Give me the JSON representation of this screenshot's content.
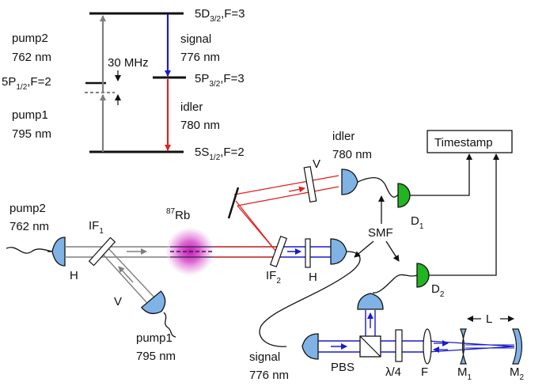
{
  "levels": {
    "d52_main": "5D",
    "d52_sub": "3/2",
    "d52_tail": ",F=3",
    "p12_main": "5P",
    "p12_sub": "1/2",
    "p12_tail": ",F=2",
    "p32_main": "5P",
    "p32_sub": "3/2",
    "p32_tail": ",F=3",
    "s12_main": "5S",
    "s12_sub": "1/2",
    "s12_tail": ",F=2"
  },
  "transitions": {
    "pump2_name": "pump2",
    "pump2_wl": "762 nm",
    "pump1_name": "pump1",
    "pump1_wl": "795 nm",
    "signal_name": "signal",
    "signal_wl": "776 nm",
    "idler_name": "idler",
    "idler_wl": "780 nm",
    "detuning": "30 MHz"
  },
  "setup": {
    "pump2_name": "pump2",
    "pump2_wl": "762 nm",
    "pump1_name": "pump1",
    "pump1_wl": "795 nm",
    "idler_name": "idler",
    "idler_wl": "780 nm",
    "signal_name": "signal",
    "signal_wl": "776 nm",
    "if1_main": "IF",
    "if1_sub": "1",
    "if2_main": "IF",
    "if2_sub": "2",
    "rb_sup": "87",
    "rb_main": "Rb",
    "h1": "H",
    "h2": "H",
    "v1": "V",
    "v2": "V",
    "smf": "SMF",
    "d1_main": "D",
    "d1_sub": "1",
    "d2_main": "D",
    "d2_sub": "2",
    "timestamp": "Timestamp",
    "pbs": "PBS",
    "qwp": "λ/4",
    "f": "F",
    "m1_main": "M",
    "m1_sub": "1",
    "m2_main": "M",
    "m2_sub": "2",
    "cavity_length": "L"
  },
  "colors": {
    "gray_beam": "#7f7f7f",
    "blue_beam": "#1a1acc",
    "red_beam": "#e02020",
    "optic_blue": "#7fb2e5",
    "detector_green": "#22b522",
    "rb_cloud": "#d040c0"
  }
}
